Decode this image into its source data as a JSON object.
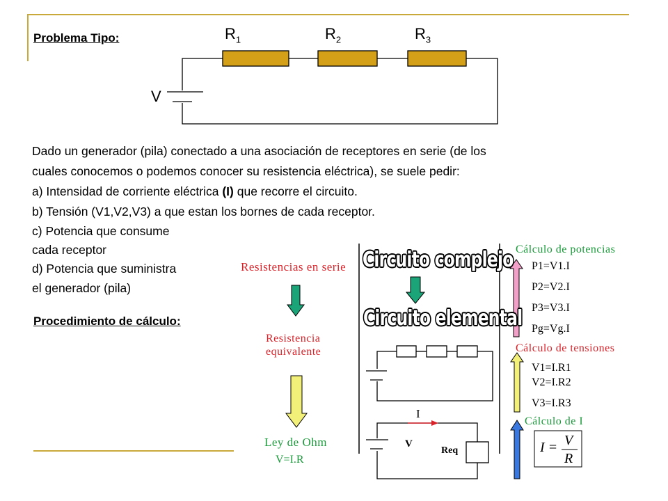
{
  "title": "Problema Tipo:",
  "circuit": {
    "r1": {
      "letter": "R",
      "sub": "1"
    },
    "r2": {
      "letter": "R",
      "sub": "2"
    },
    "r3": {
      "letter": "R",
      "sub": "3"
    },
    "v": "V"
  },
  "paragraph": [
    "Dado un generador  (pila) conectado a una asociación de receptores en serie (de los",
    "cuales conocemos o podemos conocer  su resistencia eléctrica),  se suele pedir:",
    "a) Intensidad de corriente eléctrica  (I) que recorre el circuito.",
    "b) Tensión (V1,V2,V3) a que estan los bornes de cada receptor.",
    "c) Potencia que consume",
    "cada receptor",
    "d) Potencia que suministra",
    "el generador (pila)"
  ],
  "para_bold_i": "(I)",
  "para_line3_pre": "a) Intensidad de corriente eléctrica  ",
  "para_line3_post": " que recorre el circuito.",
  "procedure_title": "Procedimiento de cálculo:",
  "diagram": {
    "resistencias_serie": "Resistencias en serie",
    "resistencia_equivalente_1": "Resistencia",
    "resistencia_equivalente_2": "equivalente",
    "ley_ohm": "Ley de Ohm",
    "ley_ohm_formula": "V=I.R",
    "circuito_complejo": "Circuito complejo",
    "circuito_elemental": "Circuito elemental",
    "current_label": "I",
    "voltage_label": "V",
    "req_label": "Req",
    "calc_potencias": "Cálculo de potencias",
    "potencias": [
      "P1=V1.I",
      "P2=V2.I",
      "P3=V3.I",
      "Pg=Vg.I"
    ],
    "calc_tensiones": "Cálculo de tensiones",
    "tensiones": [
      "V1=I.R1",
      "V2=I.R2",
      "V3=I.R3"
    ],
    "calc_i": "Cálculo de I",
    "formula_i_lhs": "I =",
    "formula_i_num": "V",
    "formula_i_den": "R"
  },
  "colors": {
    "rule": "#c8a93a",
    "resistor": "#d4a017",
    "teal_arrow": "#1aa478",
    "yellow_arrow": "#f3f07a",
    "pink_arrow": "#f2a0c8",
    "blue_arrow": "#3a78e0",
    "red_text": "#d8232a",
    "green_text": "#1a9a3a"
  }
}
